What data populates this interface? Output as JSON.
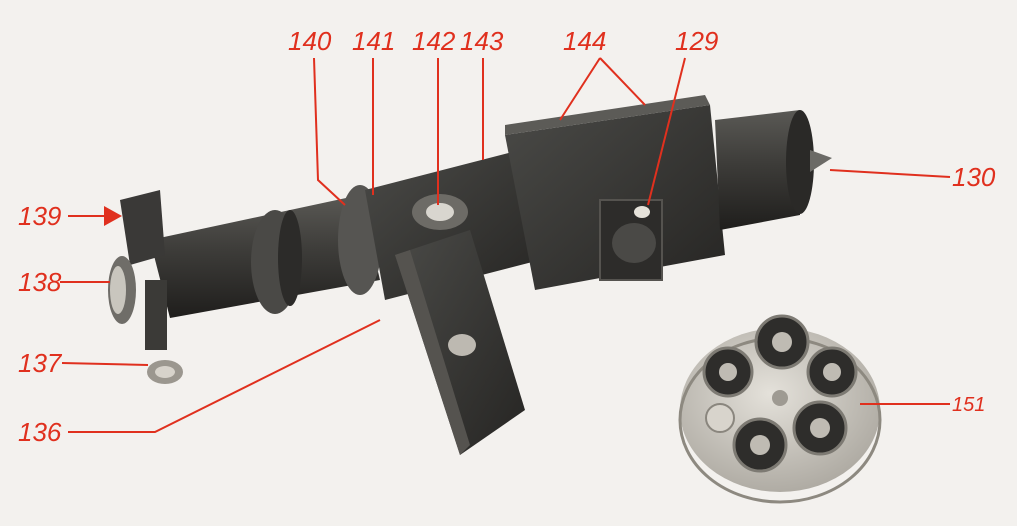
{
  "colors": {
    "label": "#e0301e",
    "background": "#f3f1ee",
    "metal_dark": "#3a3a38"
  },
  "labels": {
    "l140": "140",
    "l141": "141",
    "l142": "142",
    "l143": "143",
    "l144": "144",
    "l129": "129",
    "l130": "130",
    "l139": "139",
    "l138": "138",
    "l137": "137",
    "l136": "136",
    "l151": "151"
  }
}
